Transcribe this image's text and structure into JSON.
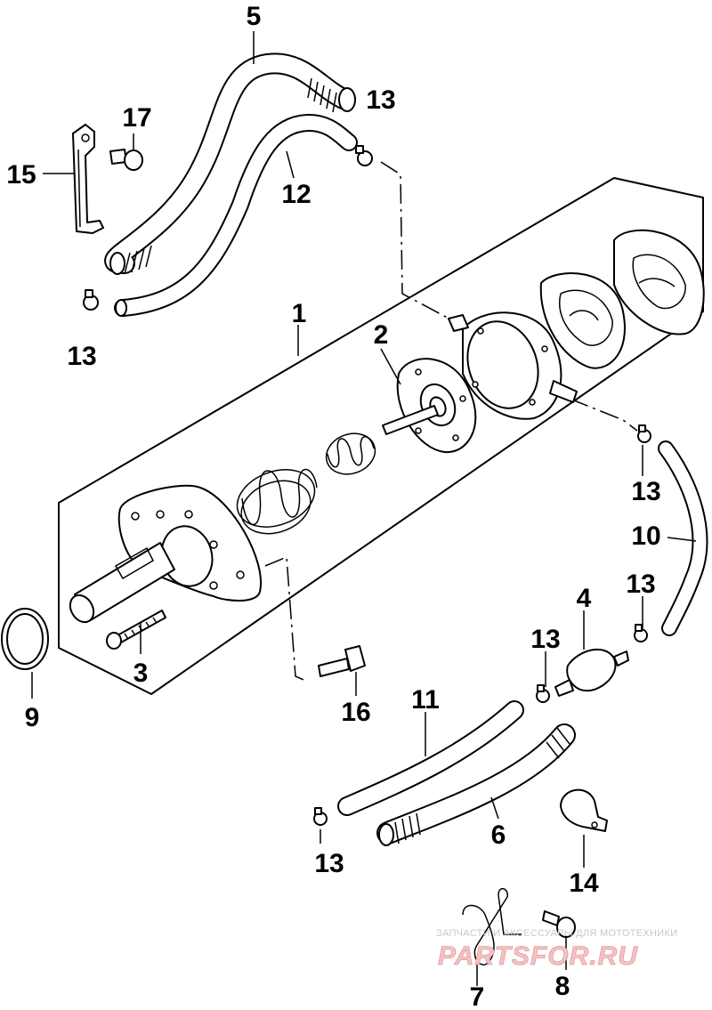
{
  "diagram": {
    "callouts": [
      {
        "id": "c1",
        "label": "1"
      },
      {
        "id": "c2",
        "label": "2"
      },
      {
        "id": "c3",
        "label": "3"
      },
      {
        "id": "c4",
        "label": "4"
      },
      {
        "id": "c5",
        "label": "5"
      },
      {
        "id": "c6",
        "label": "6"
      },
      {
        "id": "c7",
        "label": "7"
      },
      {
        "id": "c8",
        "label": "8"
      },
      {
        "id": "c9",
        "label": "9"
      },
      {
        "id": "c10",
        "label": "10"
      },
      {
        "id": "c11",
        "label": "11"
      },
      {
        "id": "c12",
        "label": "12"
      },
      {
        "id": "c13a",
        "label": "13"
      },
      {
        "id": "c13b",
        "label": "13"
      },
      {
        "id": "c13c",
        "label": "13"
      },
      {
        "id": "c13d",
        "label": "13"
      },
      {
        "id": "c13e",
        "label": "13"
      },
      {
        "id": "c13f",
        "label": "13"
      },
      {
        "id": "c14",
        "label": "14"
      },
      {
        "id": "c15",
        "label": "15"
      },
      {
        "id": "c16",
        "label": "16"
      },
      {
        "id": "c17",
        "label": "17"
      }
    ]
  },
  "watermark": {
    "tagline": "ЗАПЧАСТИ И АКСЕССУАРЫ ДЛЯ МОТОТЕХНИКИ",
    "logo": "PARTSFOR.RU"
  }
}
